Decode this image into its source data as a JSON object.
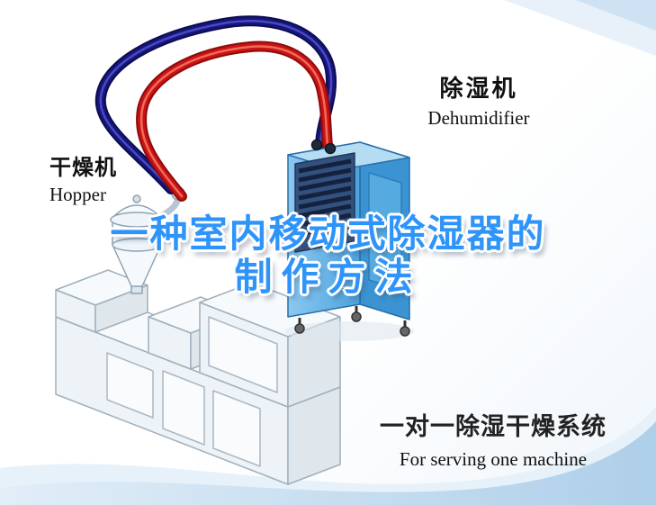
{
  "title": {
    "line1": "一种室内移动式除湿器的",
    "line2": "制作方法"
  },
  "labels": {
    "hopper": {
      "cn": "干燥机",
      "en": "Hopper"
    },
    "dehumidifier": {
      "cn": "除湿机",
      "en": "Dehumidifier"
    },
    "system": {
      "cn": "一对一除湿干燥系统",
      "en": "For serving one machine"
    }
  },
  "illustration": {
    "parts": [
      "extruder-machine",
      "hopper-unit",
      "dehumidifier-unit",
      "pipe-red",
      "pipe-navy",
      "caster-wheels",
      "vent-grille"
    ]
  },
  "colors": {
    "title_blue": "#2f94fa",
    "pipe_red": "#c81414",
    "pipe_navy": "#16167e",
    "dehumidifier_blue": "#4aa3de",
    "dehumidifier_blue_dark": "#3b93d2",
    "background_swoosh": "#b7d5ec",
    "label_text": "#111111"
  }
}
